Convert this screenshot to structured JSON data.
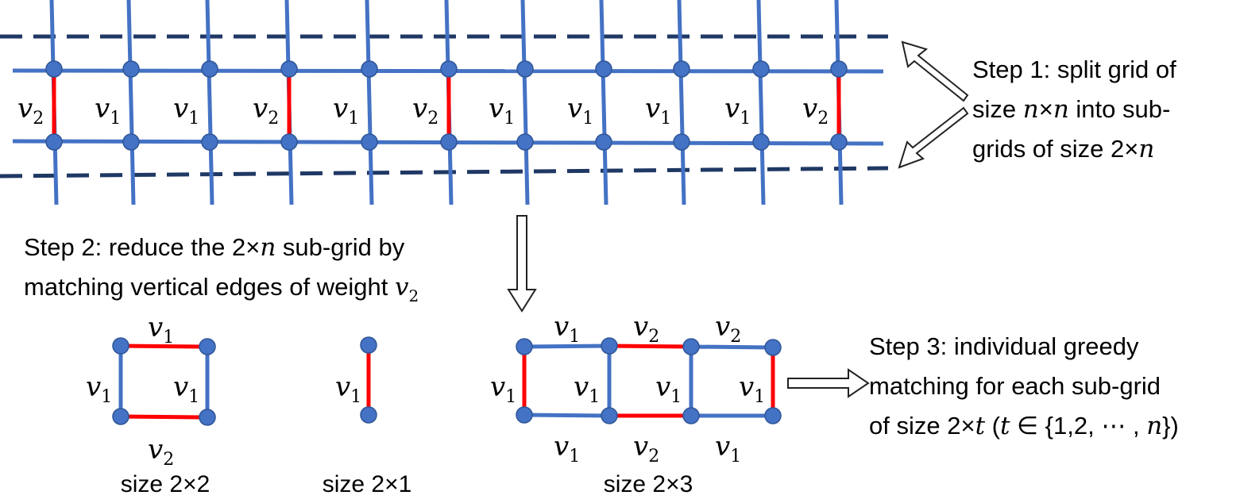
{
  "colors": {
    "grid_edge": "#4472C4",
    "node": "#4472C4",
    "node_stroke": "#2F5597",
    "matched_edge": "#FF0000",
    "dashed": "#1F3864",
    "text": "#000000"
  },
  "symbols": {
    "v": "v",
    "n": "n",
    "t": "t",
    "sub1": "1",
    "sub2": "2"
  },
  "top_grid": {
    "column_weights": [
      "2",
      "1",
      "1",
      "2",
      "1",
      "2",
      "1",
      "1",
      "1",
      "1",
      "2"
    ]
  },
  "step1": {
    "line1": "Step 1: split grid of",
    "line2_a": "size ",
    "line2_b": "×",
    "line2_c": " into sub-",
    "line3_a": "grids of size 2×"
  },
  "step2": {
    "line1_a": "Step 2: reduce the 2×",
    "line1_b": " sub-grid by",
    "line2": "matching vertical edges of weight "
  },
  "step3": {
    "line1": "Step 3: individual greedy",
    "line2": "matching for each sub-grid",
    "line3_a": "of size 2×",
    "line3_b": " (",
    "line3_c": " ∈ {1,2, ⋯ , ",
    "line3_d": "})"
  },
  "subgrids": [
    {
      "label": "size 2×2",
      "edge_labels": {
        "top": "1",
        "left": "1",
        "right": "1",
        "bottom": "2"
      }
    },
    {
      "label": "size 2×1",
      "edge_labels": {
        "middle": "1"
      }
    },
    {
      "label": "size 2×3",
      "edge_labels": {
        "top": [
          "1",
          "2",
          "2"
        ],
        "vertical": [
          "1",
          "1",
          "1",
          "1"
        ],
        "bottom": [
          "1",
          "2",
          "1"
        ]
      }
    }
  ]
}
